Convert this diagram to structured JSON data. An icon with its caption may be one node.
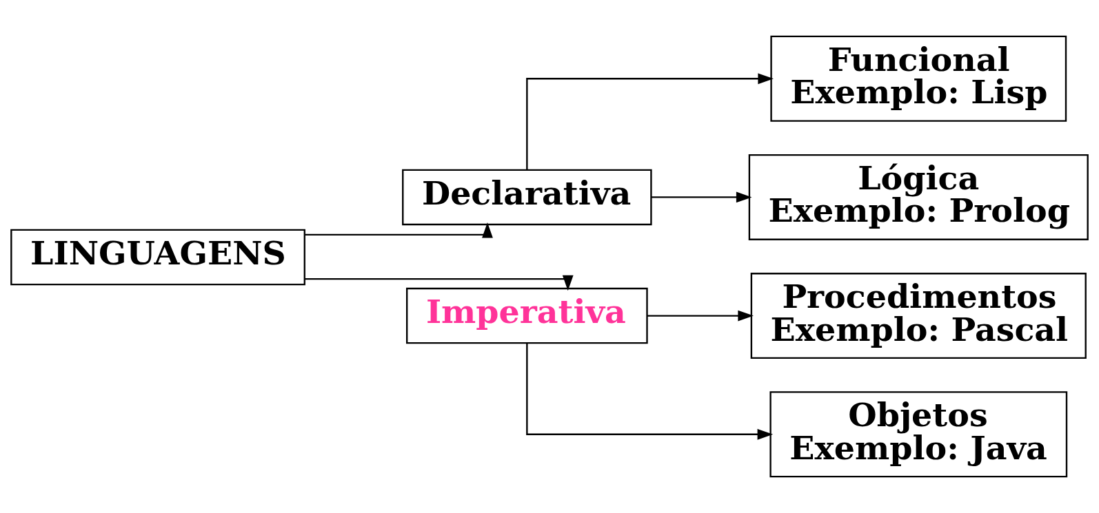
{
  "diagram": {
    "nodes": [
      {
        "text": [
          "LINGUAGENS"
        ]
      },
      {
        "text": [
          "Declarativa"
        ]
      },
      {
        "text": [
          "Imperativa"
        ]
      },
      {
        "text": [
          "Funcional",
          "Exemplo: Lisp"
        ]
      },
      {
        "text": [
          "Lógica",
          "Exemplo: Prolog"
        ]
      },
      {
        "text": [
          "Procedimentos",
          "Exemplo: Pascal"
        ]
      },
      {
        "text": [
          "Objetos",
          "Exemplo: Java"
        ]
      }
    ],
    "edges": [
      {
        "from": 0,
        "to": 1,
        "arrow": "to"
      },
      {
        "from": 0,
        "to": 2,
        "arrow": "to"
      },
      {
        "from": 1,
        "to": 3,
        "arrow": "to"
      },
      {
        "from": 1,
        "to": 4,
        "arrow": "to"
      },
      {
        "from": 2,
        "to": 5,
        "arrow": "to"
      },
      {
        "from": 2,
        "to": 6,
        "arrow": "to"
      }
    ]
  }
}
